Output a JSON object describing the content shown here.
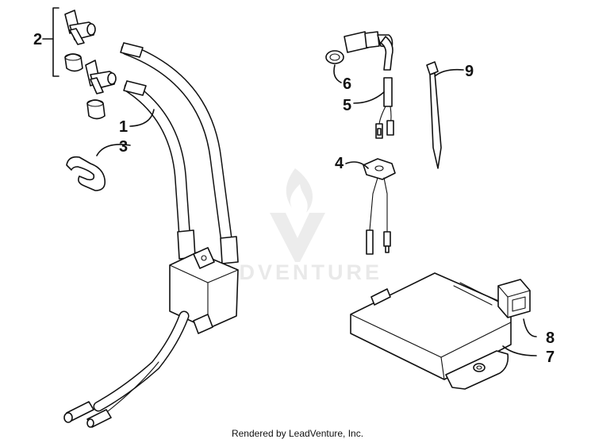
{
  "diagram": {
    "callouts": [
      "1",
      "2",
      "3",
      "4",
      "5",
      "6",
      "7",
      "8",
      "9"
    ],
    "watermark": "ADVENTURE",
    "credit": "Rendered by LeadVenture, Inc."
  }
}
